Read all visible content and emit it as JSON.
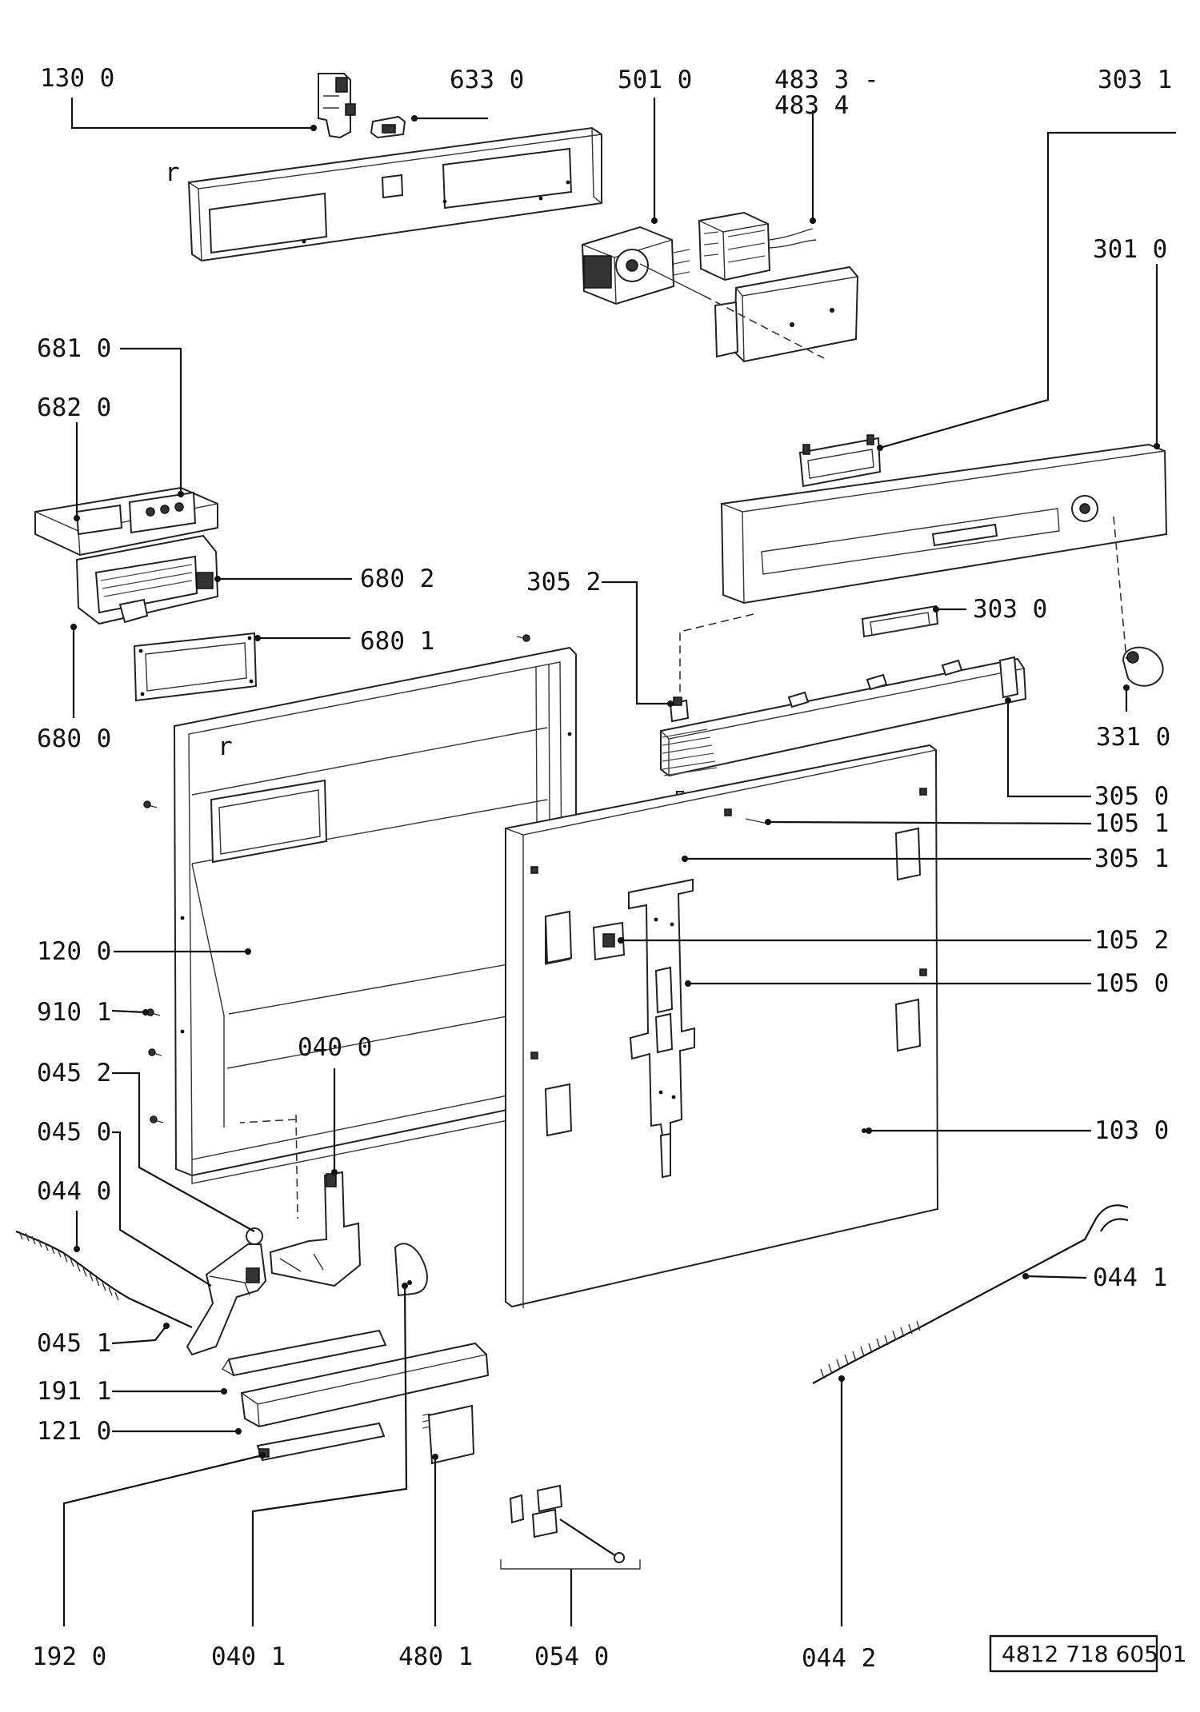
{
  "labels": {
    "p1300": "130 0",
    "p6330": "633 0",
    "p5010": "501 0",
    "p4833": "483 3 -",
    "p4834": "483 4",
    "p3031": "303 1",
    "p3010": "301 0",
    "p6810": "681 0",
    "p6820": "682 0",
    "p6802": "680 2",
    "p6801": "680 1",
    "p6800": "680 0",
    "p3052": "305 2",
    "p3030": "303 0",
    "p3310": "331 0",
    "p3050": "305 0",
    "p1051": "105 1",
    "p3051": "305 1",
    "p1200": "120 0",
    "p1052": "105 2",
    "p1050": "105 0",
    "p9101": "910 1",
    "p0400": "040 0",
    "p0452": "045 2",
    "p0450": "045 0",
    "p1030": "103 0",
    "p0440": "044 0",
    "p0441": "044 1",
    "p0451": "045 1",
    "p1911": "191 1",
    "p1210": "121 0",
    "p1920": "192 0",
    "p0401": "040 1",
    "p4801": "480 1",
    "p0540": "054 0",
    "p0442": "044 2"
  },
  "reference_marks": {
    "r_top": "r",
    "r_frame": "r"
  },
  "doc_ref": "4812 718 60501"
}
